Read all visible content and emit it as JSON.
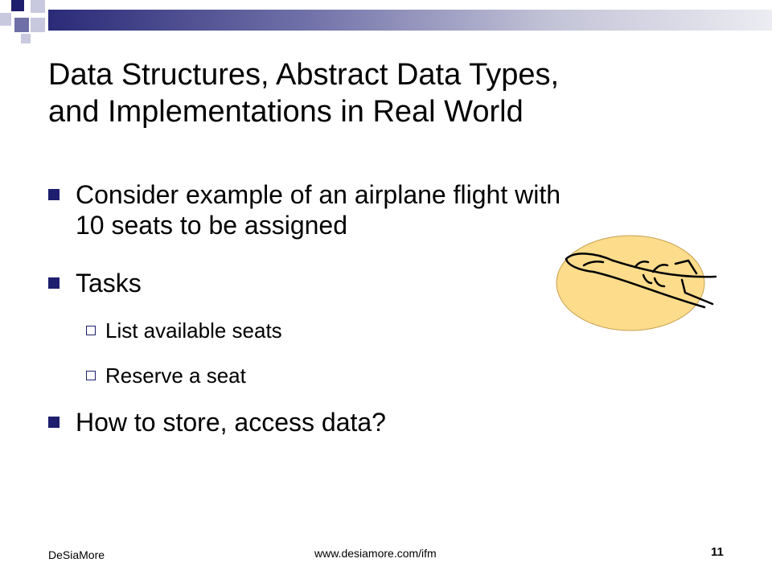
{
  "slide": {
    "title_lines": [
      "Data Structures, Abstract Data Types,",
      "and Implementations in Real World"
    ],
    "bullets": [
      {
        "lines": [
          "Consider example of an airplane flight with",
          "10 seats to be assigned"
        ]
      },
      {
        "lines": [
          "Tasks"
        ]
      },
      {
        "lines": [
          "How to store, access data?"
        ]
      }
    ],
    "sub_bullets": [
      "List available seats",
      "Reserve a seat"
    ],
    "image_icon": "airplane-clipart-icon"
  },
  "footer": {
    "author": "DeSiaMore",
    "url": "www.desiamore.com/ifm",
    "page_number": "11"
  },
  "colors": {
    "accent": "#1e1e6e",
    "ellipse_fill": "#fddc8c"
  }
}
